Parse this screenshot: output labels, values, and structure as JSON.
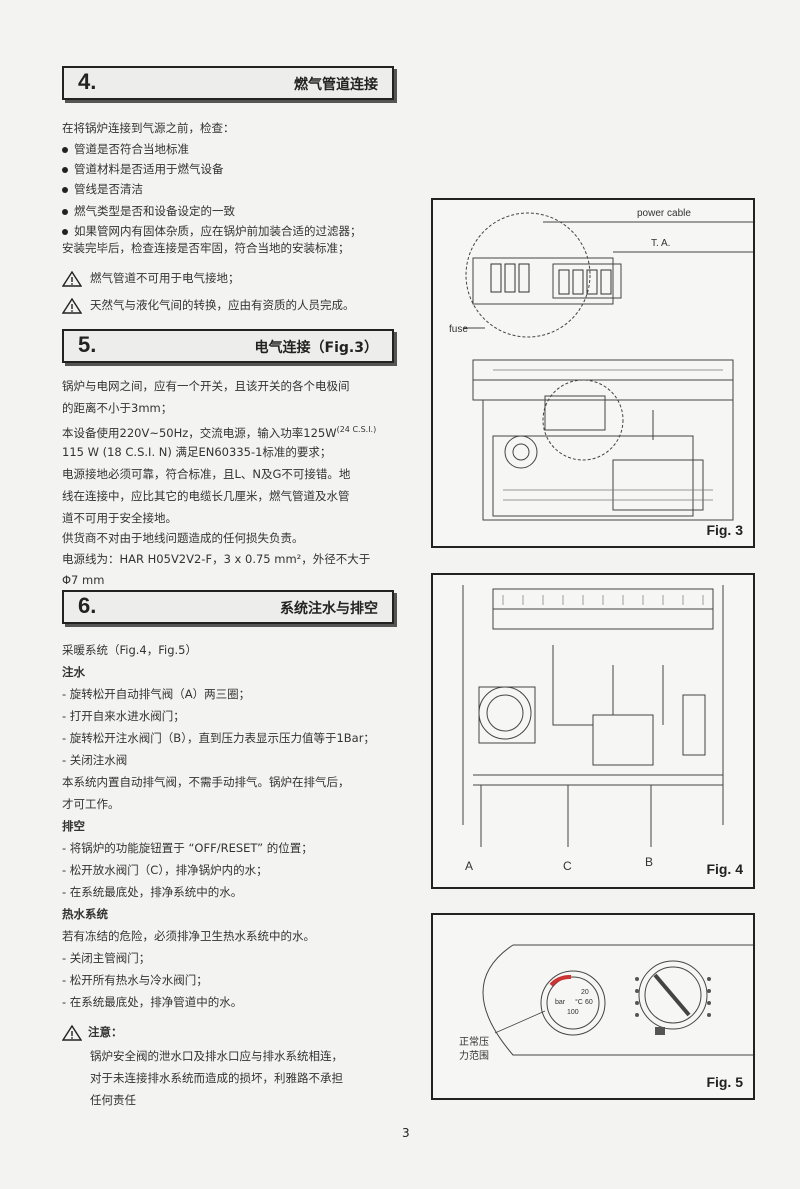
{
  "sections": [
    {
      "num": "4.",
      "title": "燃气管道连接"
    },
    {
      "num": "5.",
      "title": "电气连接（Fig.3）"
    },
    {
      "num": "6.",
      "title": "系统注水与排空"
    }
  ],
  "s4": {
    "intro": "在将锅炉连接到气源之前，检查：",
    "bullets": [
      "管道是否符合当地标准",
      "管道材料是否适用于燃气设备",
      "管线是否清洁",
      "燃气类型是否和设备设定的一致",
      "如果管网内有固体杂质，应在锅炉前加装合适的过滤器；"
    ],
    "cont": "安装完毕后，检查连接是否牢固，符合当地的安装标准；",
    "warnings": [
      "燃气管道不可用于电气接地；",
      "天然气与液化气间的转换，应由有资质的人员完成。"
    ]
  },
  "s5": {
    "lines": [
      "锅炉与电网之间，应有一个开关，且该开关的各个电极间",
      "的距离不小于3mm；",
      "本设备使用220V~50Hz，交流电源，输入功率125W",
      "115 W (18 C.S.I. N)     满足EN60335-1标准的要求；",
      "电源接地必须可靠，符合标准，且L、N及G不可接错。地",
      "线在连接中，应比其它的电缆长几厘米，燃气管道及水管",
      "道不可用于安全接地。",
      "供货商不对由于地线问题造成的任何损失负责。",
      "电源线为：HAR H05V2V2-F，3 x 0.75 mm²，外径不大于",
      "Φ7 mm"
    ],
    "sup": "(24 C.S.I.)"
  },
  "s6": {
    "lines": [
      {
        "t": "采暖系统（Fig.4，Fig.5）",
        "b": false
      },
      {
        "t": "注水",
        "b": true
      },
      {
        "t": "- 旋转松开自动排气阀（A）两三圈；",
        "b": false
      },
      {
        "t": "- 打开自来水进水阀门；",
        "b": false
      },
      {
        "t": "- 旋转松开注水阀门（B），直到压力表显示压力值等于1Bar；",
        "b": false
      },
      {
        "t": "- 关闭注水阀",
        "b": false
      },
      {
        "t": "本系统内置自动排气阀，不需手动排气。锅炉在排气后，",
        "b": false
      },
      {
        "t": "才可工作。",
        "b": false
      },
      {
        "t": "排空",
        "b": true
      },
      {
        "t": "- 将锅炉的功能旋钮置于 “OFF/RESET” 的位置；",
        "b": false
      },
      {
        "t": "- 松开放水阀门（C），排净锅炉内的水；",
        "b": false
      },
      {
        "t": "- 在系统最底处，排净系统中的水。",
        "b": false
      },
      {
        "t": "热水系统",
        "b": true
      },
      {
        "t": "若有冻结的危险，必须排净卫生热水系统中的水。",
        "b": false
      },
      {
        "t": "- 关闭主管阀门；",
        "b": false
      },
      {
        "t": "- 松开所有热水与冷水阀门；",
        "b": false
      },
      {
        "t": "- 在系统最底处，排净管道中的水。",
        "b": false
      }
    ],
    "note_title": "注意：",
    "note_lines": [
      "锅炉安全阀的泄水口及排水口应与排水系统相连，",
      "对于未连接排水系统而造成的损坏，利雅路不承担",
      "任何责任"
    ]
  },
  "fig3": {
    "label": "Fig. 3",
    "power_cable": "power cable",
    "ta": "T. A.",
    "fuse": "fuse"
  },
  "fig4": {
    "label": "Fig. 4",
    "a": "A",
    "c": "C",
    "b": "B"
  },
  "fig5": {
    "label": "Fig. 5",
    "range1": "正常压",
    "range2": "力范围",
    "gauge_bar": "bar",
    "gauge_c": "°C",
    "gauge_20": "20",
    "gauge_100": "100",
    "gauge_60": "60"
  },
  "page_number": "3"
}
